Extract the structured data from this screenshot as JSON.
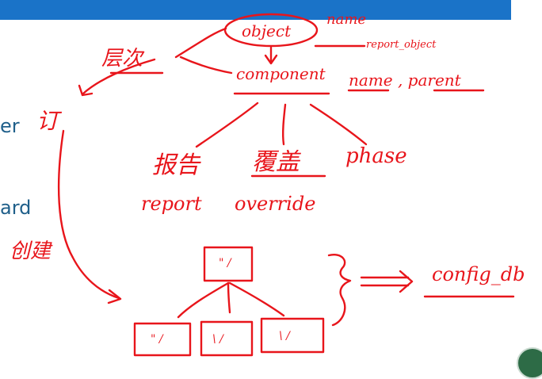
{
  "slide": {
    "colors": {
      "banner": "#1a73c8",
      "body_text": "#1f5f8a",
      "ink": "#e8151b",
      "badge": "#2d6b46"
    },
    "text_fragment_1": "er",
    "text_fragment_2": "ard"
  },
  "annotations": {
    "hier": "层次",
    "object": "object",
    "name_top": "name",
    "report_object": "report_object",
    "component": "component",
    "name_parent": "name , parent",
    "ding": "订",
    "report_cn": "报告",
    "override_cn": "覆盖",
    "phase": "phase",
    "report": "report",
    "override": "override",
    "create": "创建",
    "config_db": "config_db"
  },
  "diagram": {
    "top_box_marks": "\" /",
    "child_box_marks": [
      "\" /",
      "\\ /",
      "\\ /"
    ]
  },
  "badge_icon": "logo-badge-icon"
}
